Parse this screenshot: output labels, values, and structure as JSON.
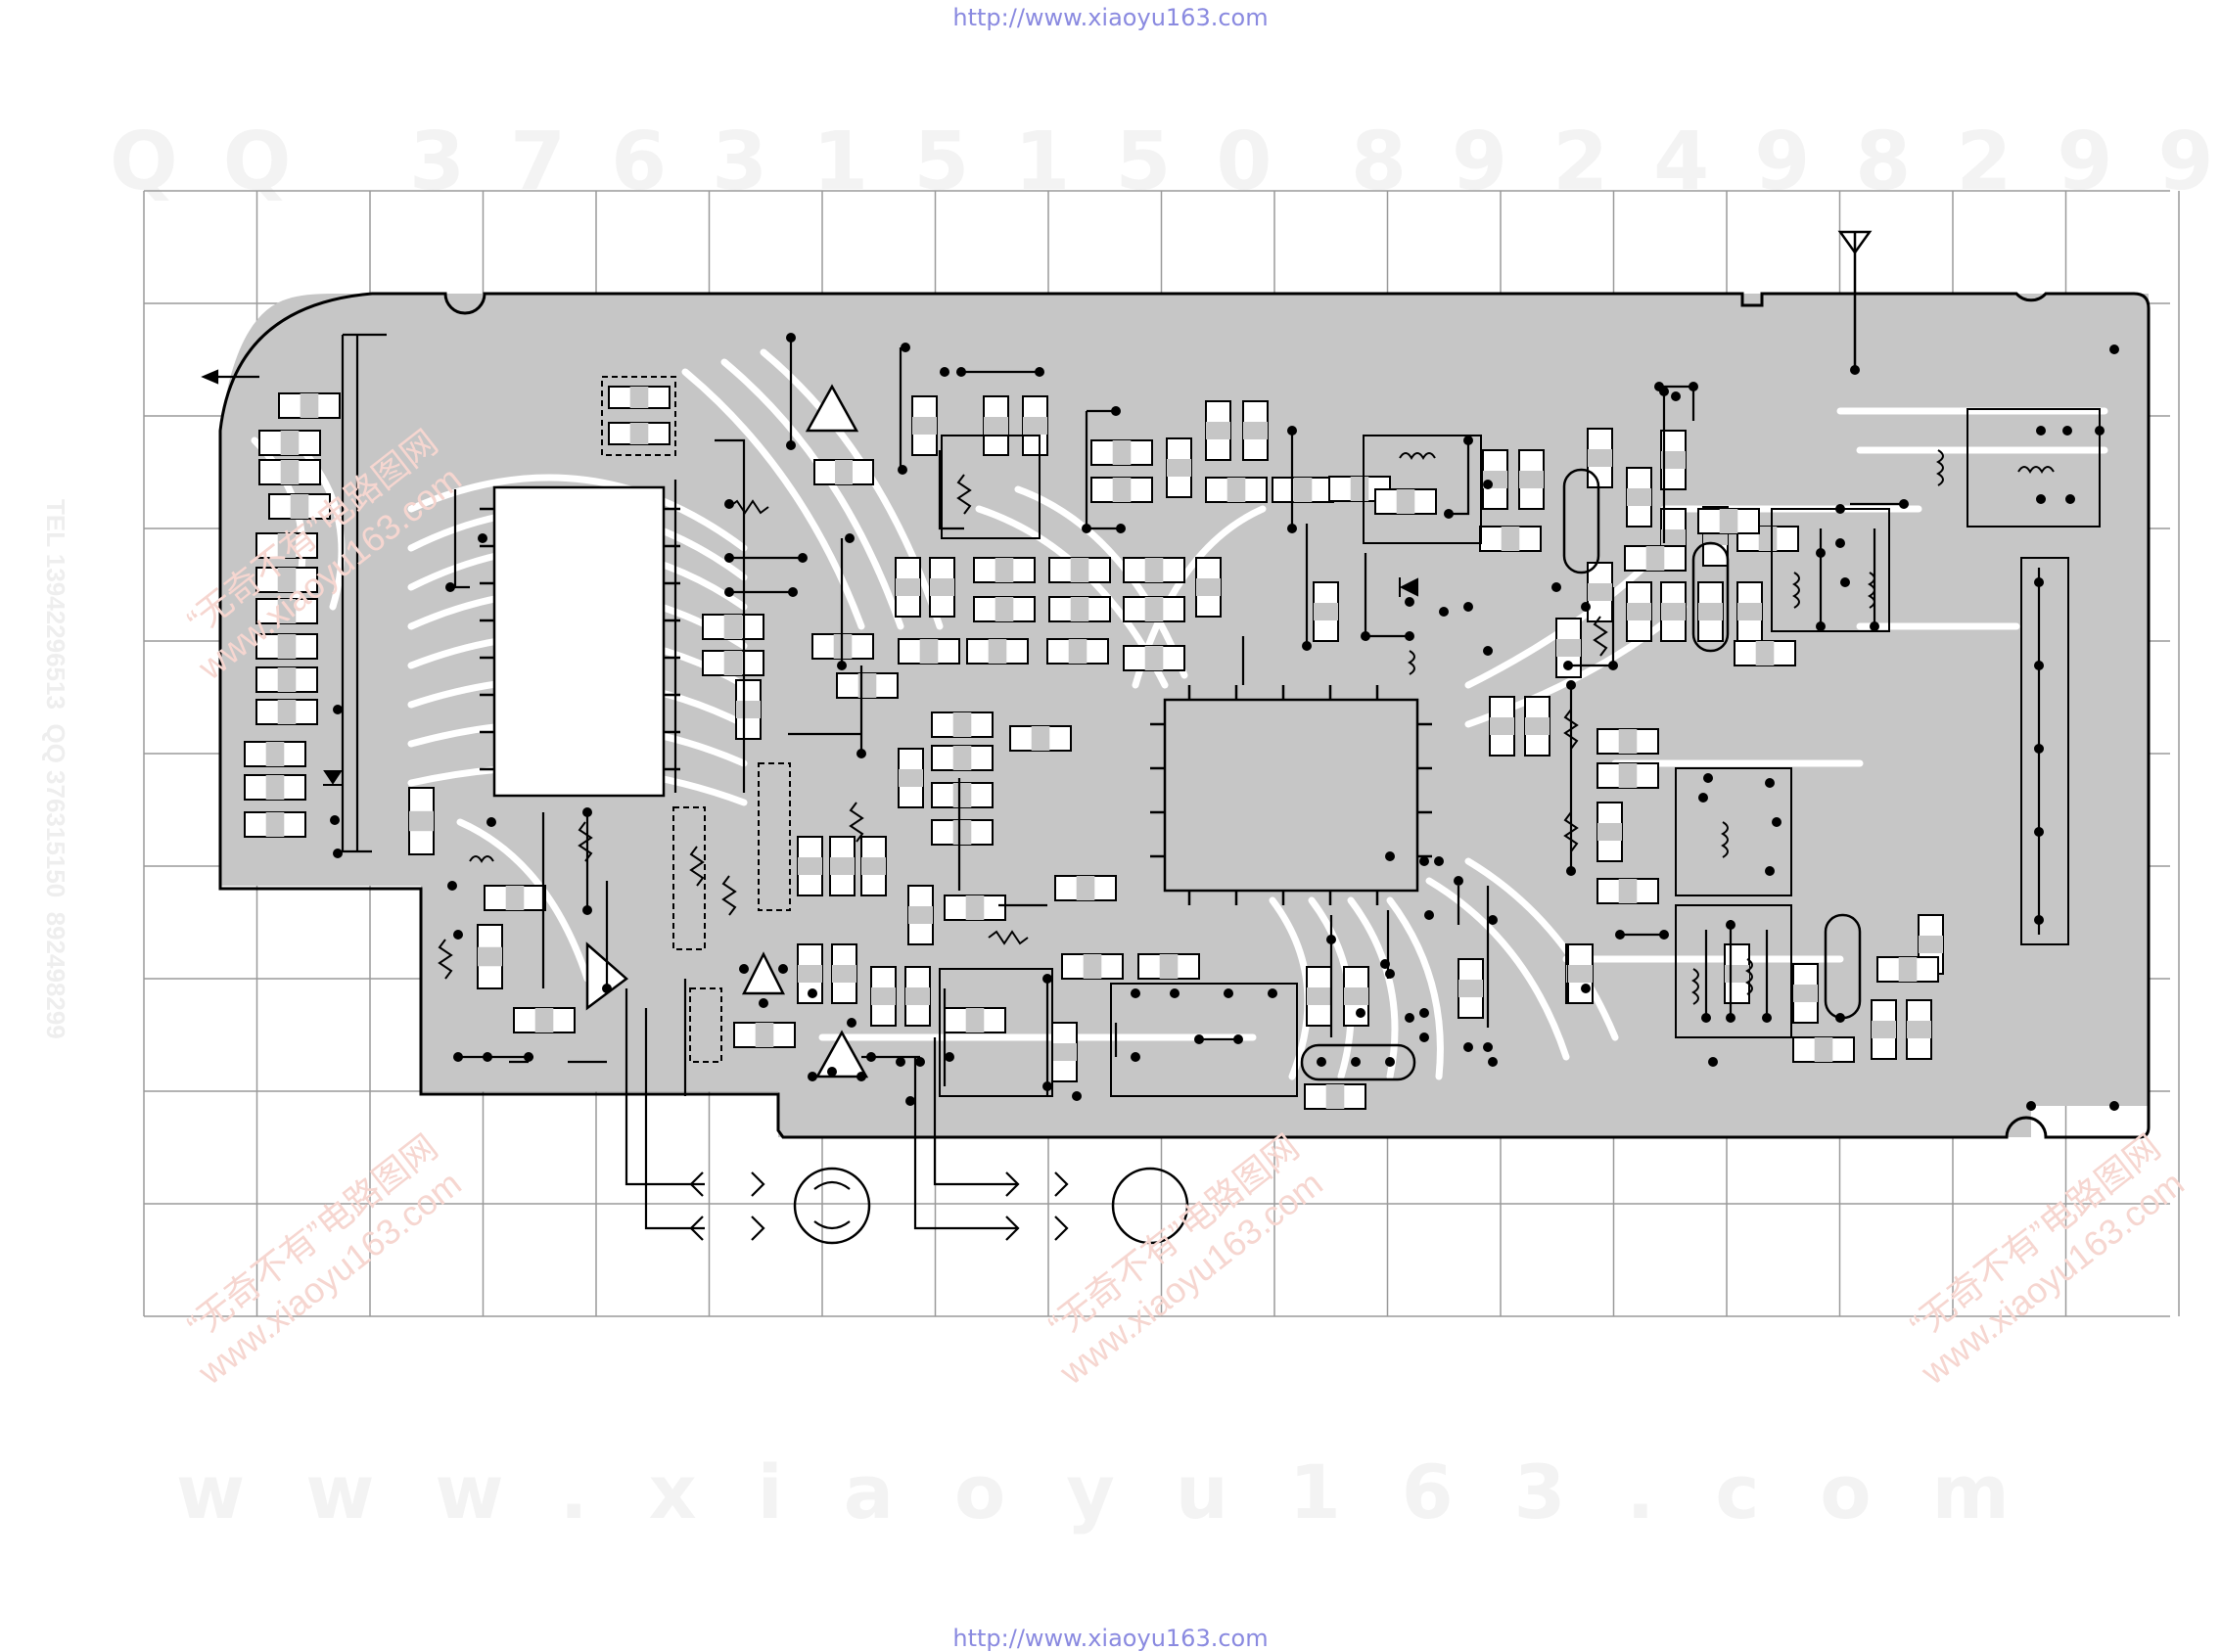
{
  "header": {
    "url_top": "http://www.xiaoyu163.com"
  },
  "footer": {
    "url_bottom": "http://www.xiaoyu163.com"
  },
  "watermarks": {
    "qq": "QQ 376315150",
    "phone": "892498299",
    "site": "www.xiaoyu163.com",
    "brand_cn": "“无奇不有”电路图网",
    "brand_url": "www.xiaoyu163.com",
    "side": "TEL 13942296513  QQ 376315150  892498299"
  },
  "colors": {
    "copper": "#c6c6c6",
    "line": "#000000",
    "grid": "#9a9a9a",
    "url": "#8a8ae0"
  }
}
